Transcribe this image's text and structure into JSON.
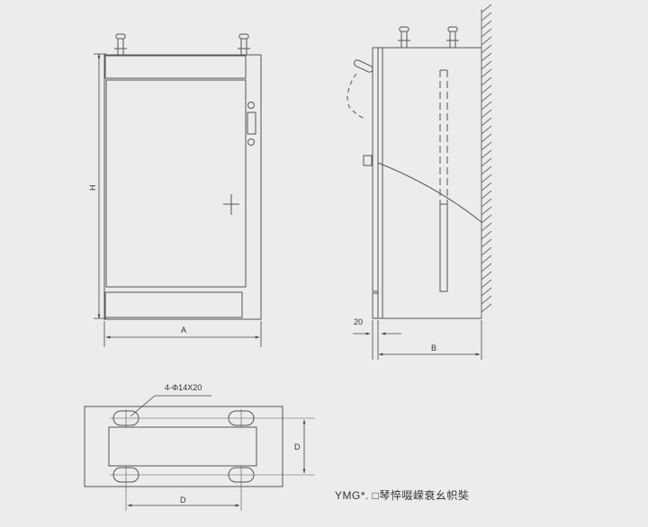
{
  "labels": {
    "height": "H",
    "width_a": "A",
    "gap_20": "20",
    "depth_b": "B",
    "holes": "4-Φ14X20",
    "dim_d_vertical": "D",
    "dim_d_horizontal": "D"
  },
  "caption": "YMG*. □琴悴啜嵘衰幺帜奘",
  "colors": {
    "line": "#555555",
    "panel": "#e9e9e9",
    "hatch": "#666666"
  }
}
